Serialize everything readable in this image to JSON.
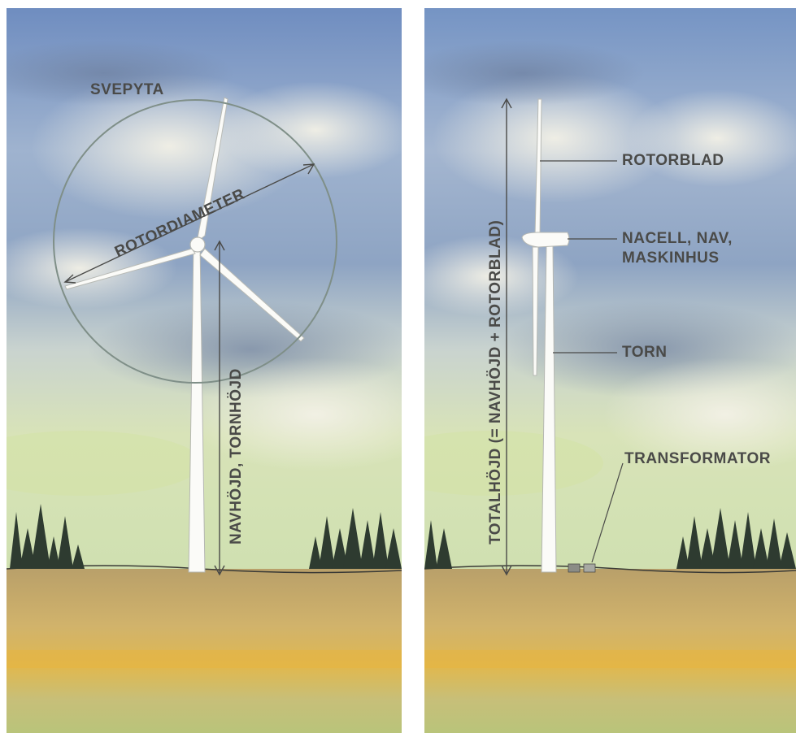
{
  "left_panel": {
    "swept_area_label": "SVEPYTA",
    "rotor_diameter_label": "ROTORDIAMETER",
    "hub_height_label": "NAVHÖJD, TORNHÖJD"
  },
  "right_panel": {
    "total_height_label": "TOTALHÖJD (= NAVHÖJD + ROTORBLAD)",
    "rotor_blade_label": "ROTORBLAD",
    "nacelle_label_line1": "NACELL, NAV,",
    "nacelle_label_line2": "MASKINHUS",
    "tower_label": "TORN",
    "transformer_label": "TRANSFORMATOR"
  },
  "colors": {
    "label_text": "#4a4a48",
    "sky_blue": "#7f9bc6",
    "field_ochre": "#c9ad6a",
    "circle_stroke": "#7f8f88"
  }
}
